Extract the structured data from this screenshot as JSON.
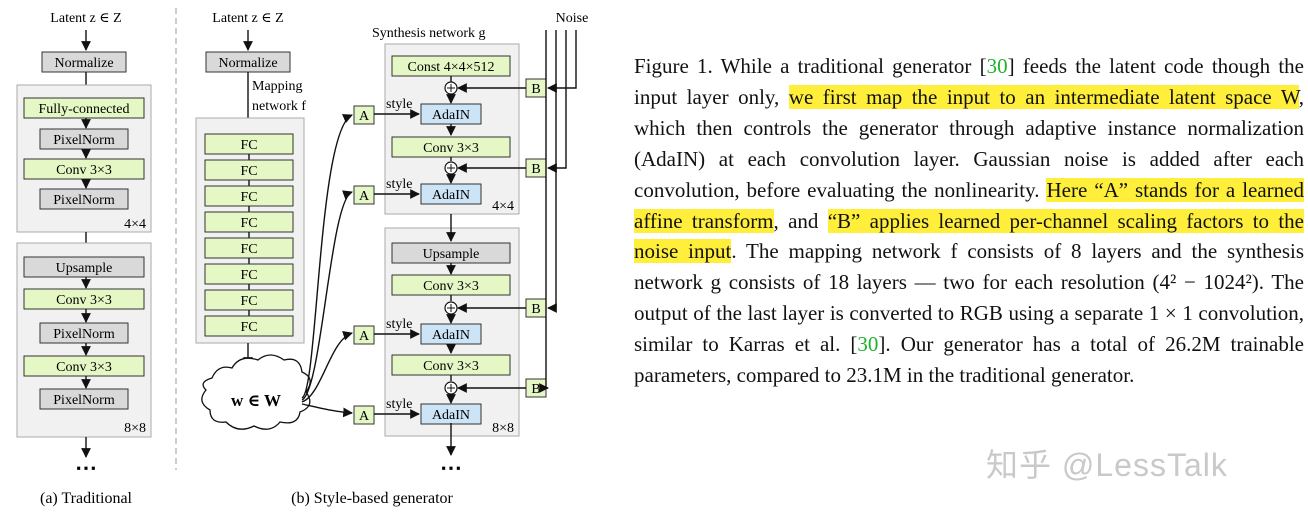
{
  "left_figure": {
    "trad": {
      "latent": "Latent z ∈ Z",
      "normalize": "Normalize",
      "fc": "Fully-connected",
      "pixelnorm": "PixelNorm",
      "conv": "Conv 3×3",
      "upsample": "Upsample",
      "res1": "4×4",
      "res2": "8×8",
      "dots": "⋯",
      "caption": "(a) Traditional"
    },
    "style": {
      "latent": "Latent z ∈ Z",
      "normalize": "Normalize",
      "mapping": "Mapping",
      "network_f": "network f",
      "fc": "FC",
      "w": "w ∈ W",
      "synthesis": "Synthesis network g",
      "noise": "Noise",
      "const": "Const 4×4×512",
      "adain": "AdaIN",
      "style_word": "style",
      "a": "A",
      "b": "B",
      "conv": "Conv 3×3",
      "upsample": "Upsample",
      "res1": "4×4",
      "res2": "8×8",
      "dots": "⋯",
      "caption": "(b) Style-based generator"
    }
  },
  "caption": {
    "t1": "Figure 1. While a traditional generator [",
    "c1": "30",
    "t2": "] feeds the latent code though the input layer only, ",
    "h1": "we first map the input to an intermediate latent space W",
    "t3": ", which then controls the generator through adaptive instance normalization (AdaIN) at each convolution layer. Gaussian noise is added after each convolution, before evaluating the nonlinearity. ",
    "h2": "Here “A” stands for a learned affine transform",
    "t4": ", and ",
    "h3": "“B” applies learned per-channel scaling factors to the noise input",
    "t5": ". The mapping network f consists of 8 layers and the synthesis network g consists of 18 layers — two for each resolution (4² − 1024²). The output of the last layer is converted to RGB using a separate 1 × 1 convolution, similar to Karras et al. [",
    "c2": "30",
    "t6": "]. Our generator has a total of 26.2M trainable parameters, compared to 23.1M in the traditional generator."
  },
  "watermark": "知乎 @LessTalk"
}
